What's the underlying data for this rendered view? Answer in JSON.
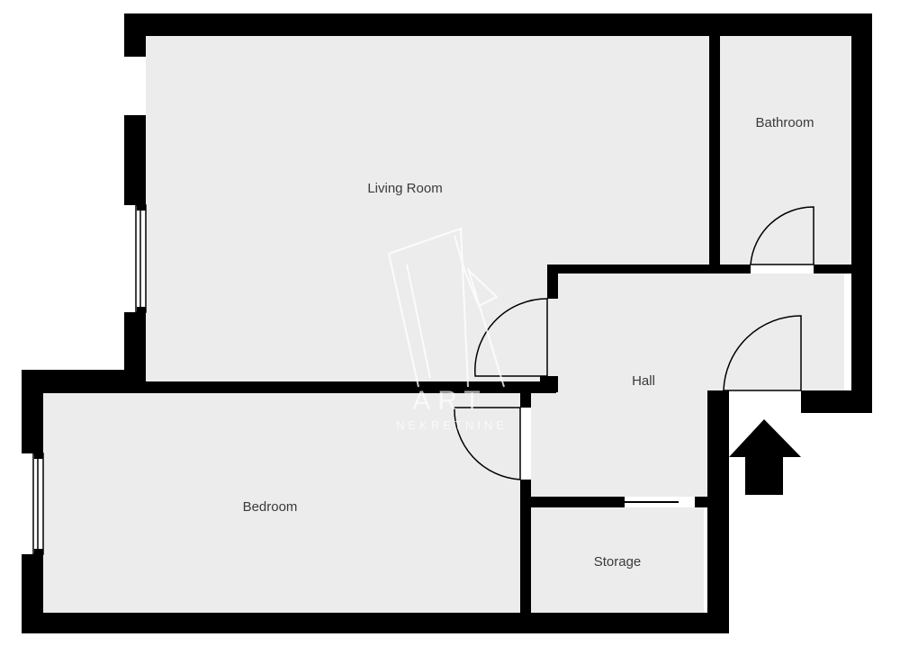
{
  "rooms": {
    "living_room": "Living Room",
    "bathroom": "Bathroom",
    "hall": "Hall",
    "bedroom": "Bedroom",
    "storage": "Storage"
  },
  "watermark": {
    "line1": "ART",
    "line2": "NEKRETNINE"
  },
  "entrance_arrow_icon": "arrow-up-icon",
  "colors": {
    "wall": "#000000",
    "floor": "#ececec",
    "background": "#ffffff",
    "watermark": "#ffffff"
  }
}
